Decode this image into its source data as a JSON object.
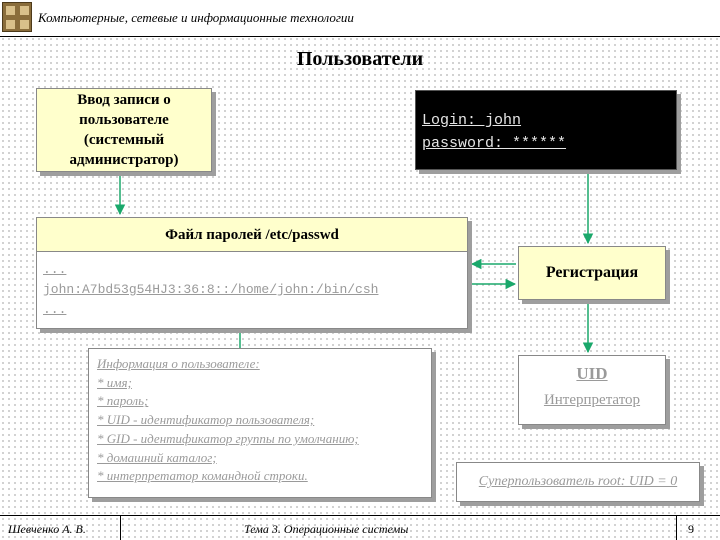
{
  "header": {
    "title": "Компьютерные, сетевые и информационные технологии",
    "logo_color": "#8a6d3b"
  },
  "page_title": "Пользователи",
  "admin_box": {
    "text": "Ввод записи о пользователе (системный администратор)"
  },
  "login_box": {
    "line1": "Login: john",
    "line2": "password: ******"
  },
  "passwd_file": {
    "title": "Файл паролей  /etc/passwd",
    "lines": [
      "...",
      "john:A7bd53g54HJ3:36:8::/home/john:/bin/csh",
      "..."
    ]
  },
  "registration": {
    "label": "Регистрация"
  },
  "user_info": {
    "lines": [
      "Информация о пользователе:",
      "* имя;",
      "* пароль;",
      "* UID - идентификатор пользователя;",
      "* GID - идентификатор группы по умолчанию;",
      "* домашний каталог;",
      "* интерпретатор командной строки."
    ]
  },
  "uid_box": {
    "title": "UID",
    "subtitle": "Интерпретатор"
  },
  "superuser": {
    "text": "Суперпользователь root: UID = 0"
  },
  "footer": {
    "author": "Шевченко А. В.",
    "topic": "Тема 3. Операционные системы",
    "page": "9"
  },
  "colors": {
    "arrow": "#1aa86b",
    "box_fill": "#ffffcc"
  }
}
